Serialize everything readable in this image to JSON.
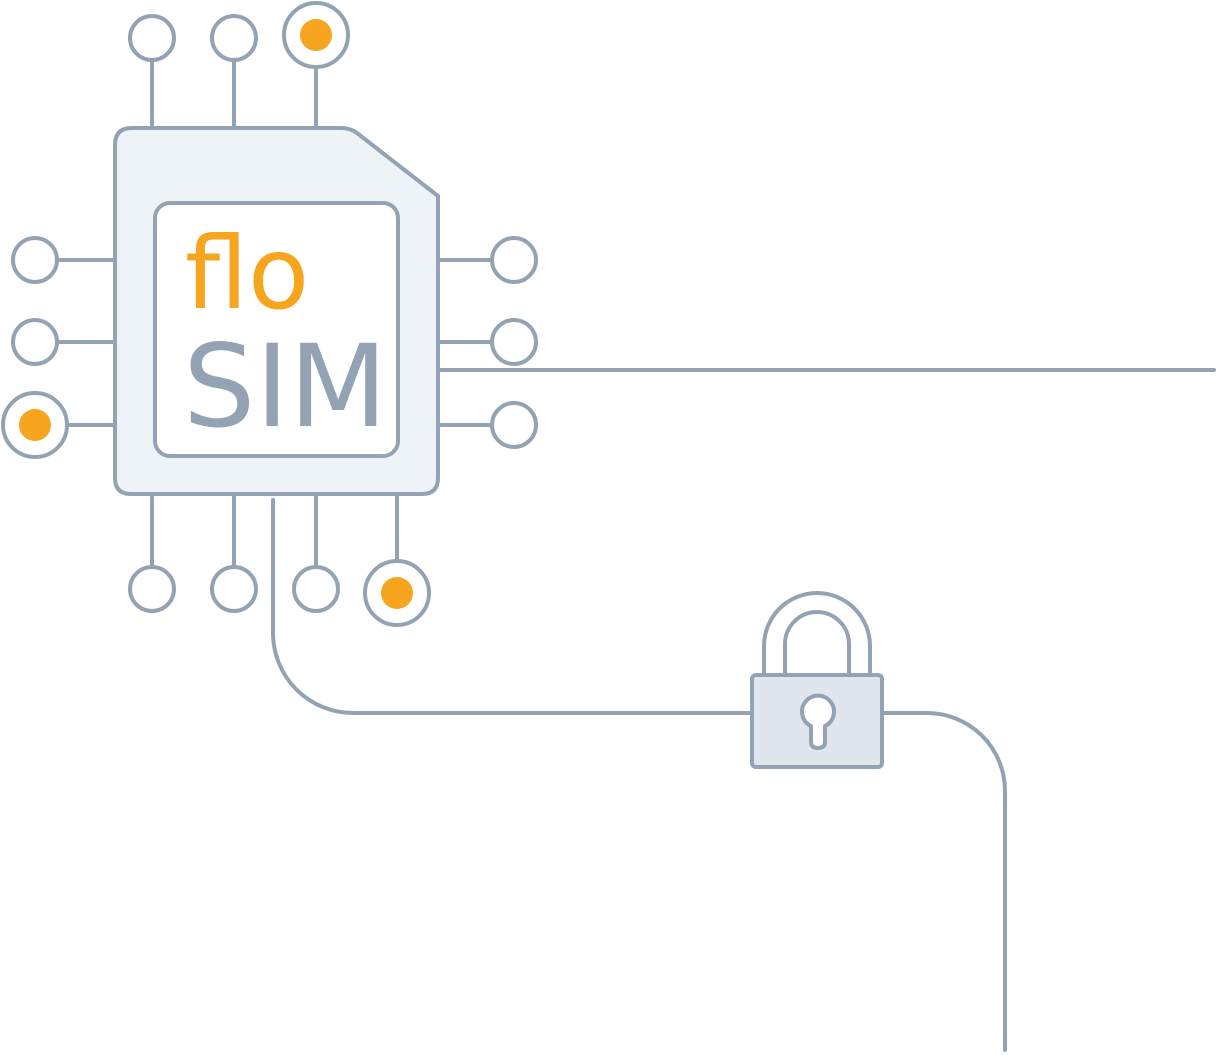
{
  "chip": {
    "brand_top": "flo",
    "brand_bottom": "SIM"
  },
  "colors": {
    "line": "#93a3b3",
    "chip_fill": "#eef3f8",
    "lock_fill": "#e0e6ee",
    "accent": "#f7a51e",
    "background": "#ffffff"
  },
  "connectors": {
    "active_nodes": [
      "top-3",
      "left-3",
      "bottom-4"
    ]
  }
}
